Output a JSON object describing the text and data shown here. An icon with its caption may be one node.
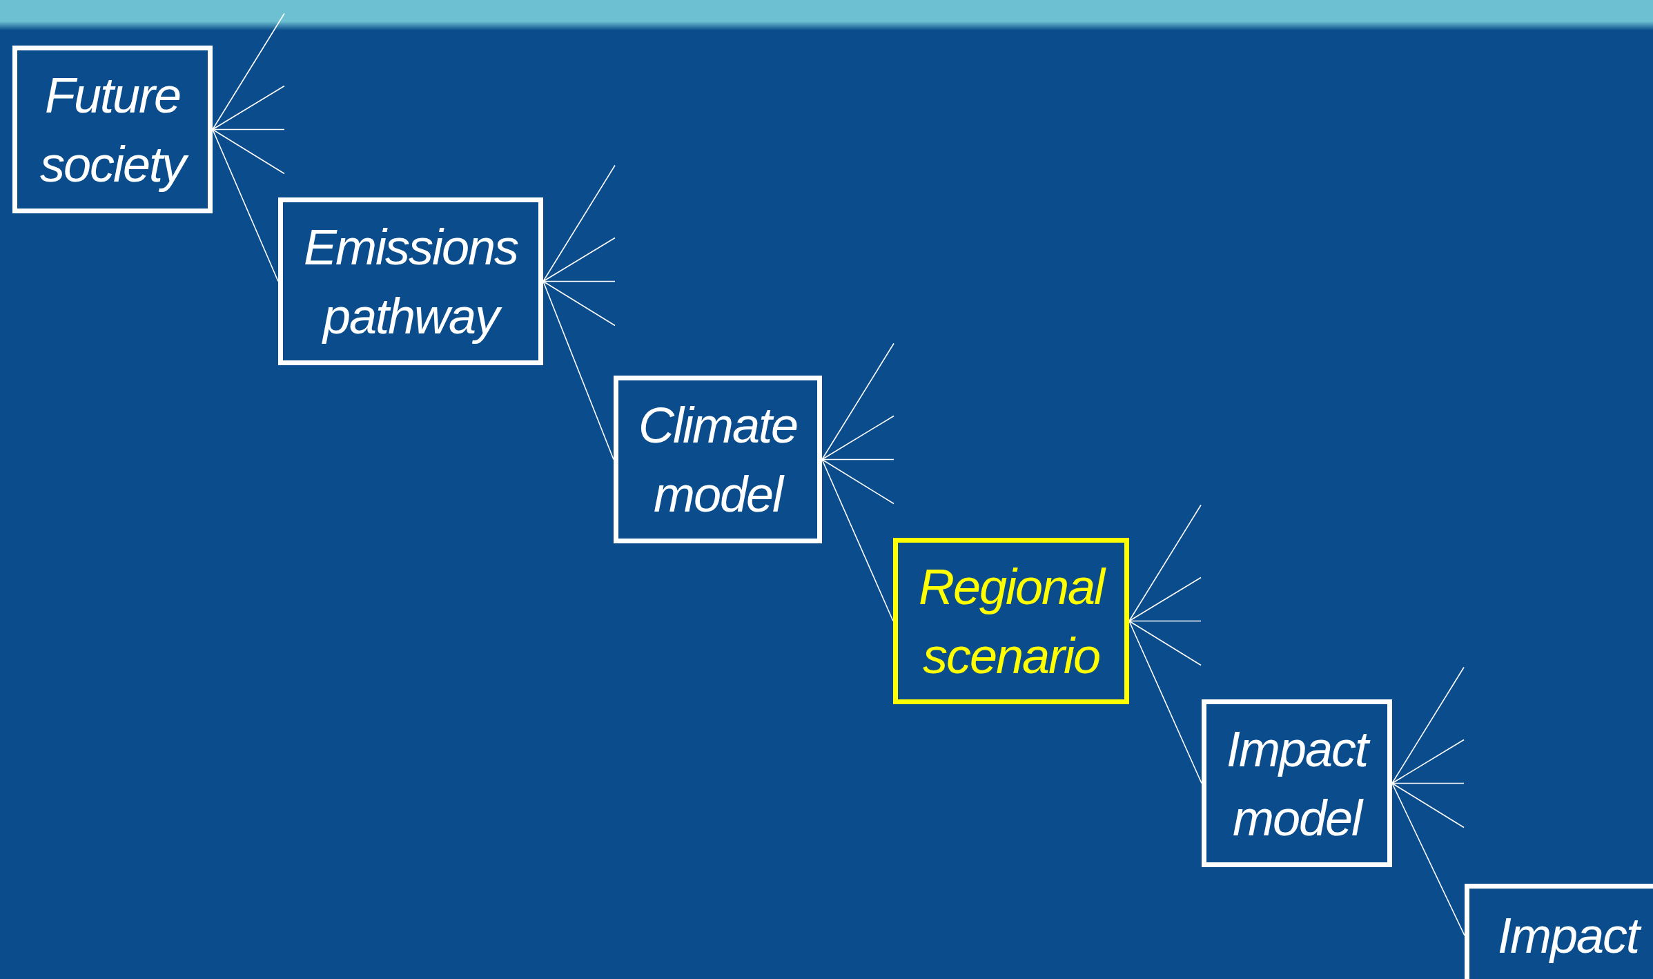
{
  "diagram": {
    "nodes": [
      {
        "text": [
          "Future society"
        ]
      },
      {
        "text": [
          "Emissions pathway"
        ]
      },
      {
        "text": [
          "Climate model"
        ]
      },
      {
        "text": [
          "Regional scenario"
        ]
      },
      {
        "text": [
          "Impact model"
        ]
      },
      {
        "text": [
          "Impact"
        ]
      }
    ],
    "edges": [
      {
        "from": 0,
        "to": null,
        "arrow": "none"
      },
      {
        "from": 0,
        "to": null,
        "arrow": "none"
      },
      {
        "from": 0,
        "to": null,
        "arrow": "none"
      },
      {
        "from": 0,
        "to": null,
        "arrow": "none"
      },
      {
        "from": 0,
        "to": 1,
        "arrow": "none"
      },
      {
        "from": 1,
        "to": null,
        "arrow": "none"
      },
      {
        "from": 1,
        "to": null,
        "arrow": "none"
      },
      {
        "from": 1,
        "to": null,
        "arrow": "none"
      },
      {
        "from": 1,
        "to": null,
        "arrow": "none"
      },
      {
        "from": 1,
        "to": 2,
        "arrow": "none"
      },
      {
        "from": 2,
        "to": null,
        "arrow": "none"
      },
      {
        "from": 2,
        "to": null,
        "arrow": "none"
      },
      {
        "from": 2,
        "to": null,
        "arrow": "none"
      },
      {
        "from": 2,
        "to": null,
        "arrow": "none"
      },
      {
        "from": 2,
        "to": 3,
        "arrow": "none"
      },
      {
        "from": 3,
        "to": null,
        "arrow": "none"
      },
      {
        "from": 3,
        "to": null,
        "arrow": "none"
      },
      {
        "from": 3,
        "to": null,
        "arrow": "none"
      },
      {
        "from": 3,
        "to": null,
        "arrow": "none"
      },
      {
        "from": 3,
        "to": 4,
        "arrow": "none"
      },
      {
        "from": 4,
        "to": null,
        "arrow": "none"
      },
      {
        "from": 4,
        "to": null,
        "arrow": "none"
      },
      {
        "from": 4,
        "to": null,
        "arrow": "none"
      },
      {
        "from": 4,
        "to": null,
        "arrow": "none"
      },
      {
        "from": 4,
        "to": 5,
        "arrow": "none"
      }
    ]
  }
}
